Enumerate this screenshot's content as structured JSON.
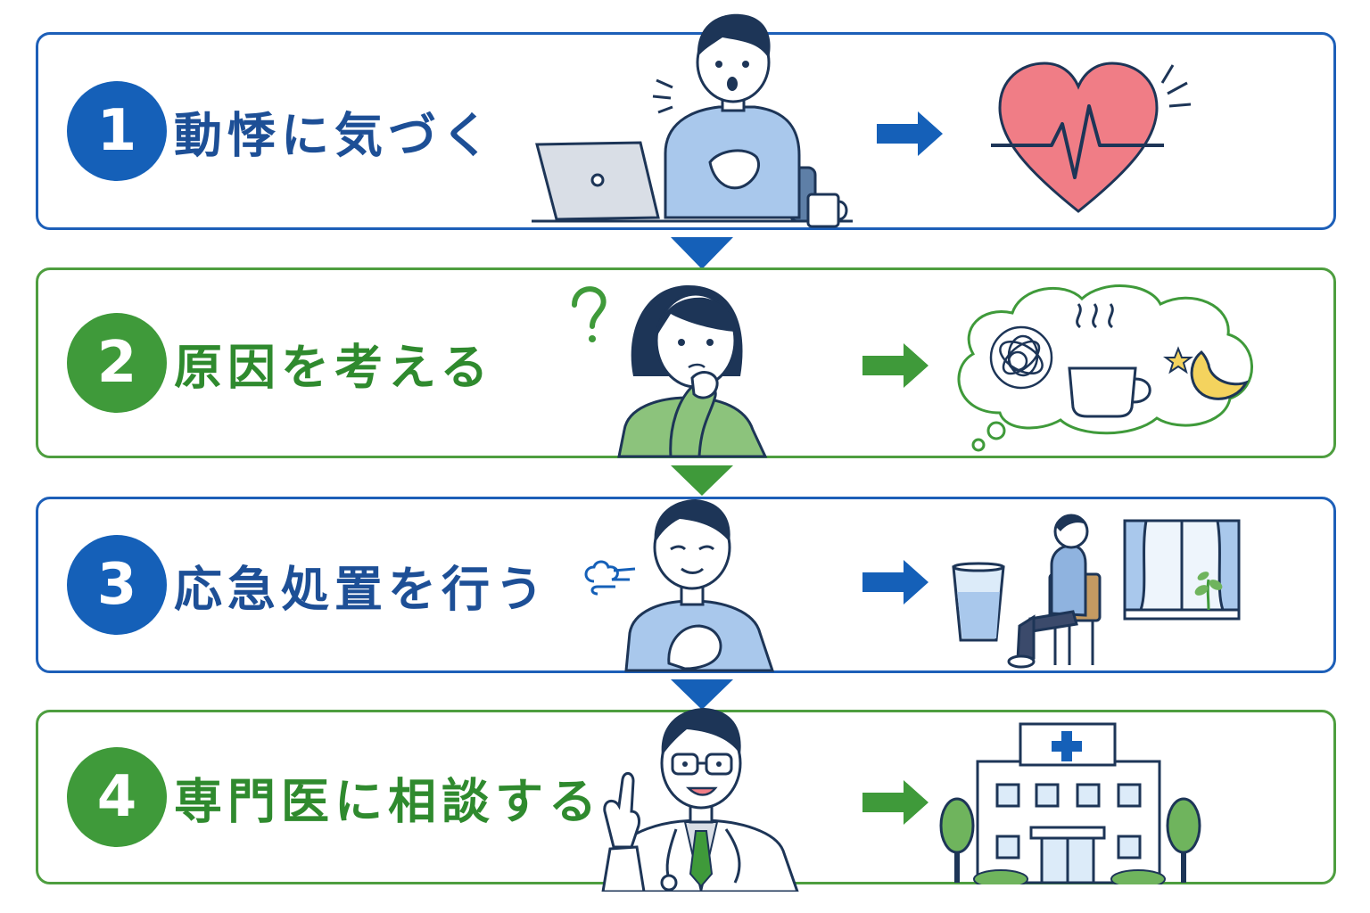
{
  "colors": {
    "blue": "#1560b8",
    "blue_border": "#1d5fb8",
    "blue_text": "#1d4f96",
    "green": "#3f9a3a",
    "green_border": "#4e9e3f",
    "green_text": "#2f8a2e",
    "heart": "#f07d86",
    "shirt_blue": "#a9c8ec",
    "shirt_green": "#8cc37c"
  },
  "steps": [
    {
      "number": "1",
      "title": "動悸に気づく",
      "theme": "blue",
      "person_icon": "man-at-laptop-icon",
      "result_icon": "heartbeat-heart-icon"
    },
    {
      "number": "2",
      "title": "原因を考える",
      "theme": "green",
      "person_icon": "thinking-woman-icon",
      "result_icon": "thought-bubble-stress-coffee-sleep-icon"
    },
    {
      "number": "3",
      "title": "応急処置を行う",
      "theme": "blue",
      "person_icon": "breathing-man-icon",
      "result_icon": "water-rest-window-icon"
    },
    {
      "number": "4",
      "title": "専門医に相談する",
      "theme": "green",
      "person_icon": "doctor-icon",
      "result_icon": "hospital-icon"
    }
  ]
}
